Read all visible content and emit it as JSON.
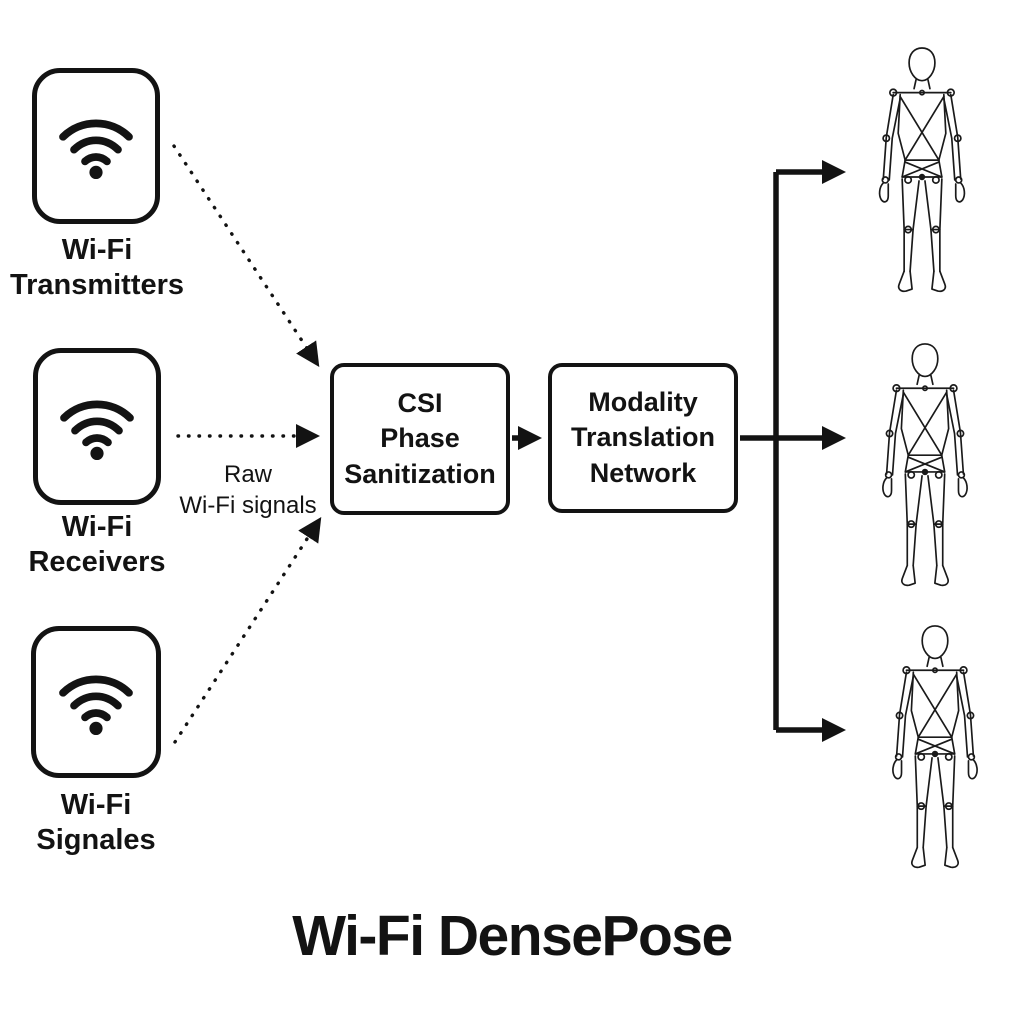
{
  "title": "Wi-Fi DensePose",
  "sources": [
    {
      "label": "Wi-Fi\nTransmitters",
      "icon": "wifi-icon"
    },
    {
      "label": "Wi-Fi\nReceivers",
      "icon": "wifi-icon"
    },
    {
      "label": "Wi-Fi\nSignales",
      "icon": "wifi-icon"
    }
  ],
  "boxes": {
    "csi": "CSI\nPhase\nSanitization",
    "mtn": "Modality\nTranslation\nNetwork"
  },
  "edge_label": "Raw\nWi-Fi signals",
  "outputs": {
    "count": 3,
    "icon": "human-wireframe-figure"
  },
  "colors": {
    "ink": "#131313",
    "background": "#ffffff"
  }
}
